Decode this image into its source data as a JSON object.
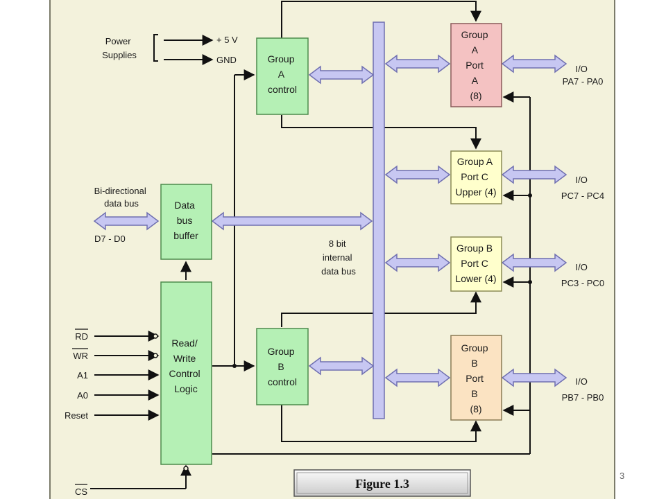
{
  "diagram": {
    "power": {
      "label": [
        "Power",
        "Supplies"
      ],
      "vcc": "+ 5 V",
      "gnd": "GND"
    },
    "group_a_control": [
      "Group",
      "A",
      "control"
    ],
    "group_b_control": [
      "Group",
      "B",
      "control"
    ],
    "port_a": [
      "Group",
      "A",
      "Port",
      "A",
      "(8)"
    ],
    "port_c_upper": [
      "Group A",
      "Port C",
      "Upper (4)"
    ],
    "port_c_lower": [
      "Group B",
      "Port C",
      "Lower (4)"
    ],
    "port_b": [
      "Group",
      "B",
      "Port",
      "B",
      "(8)"
    ],
    "data_bus_buffer": [
      "Data",
      "bus",
      "buffer"
    ],
    "rw_logic": [
      "Read/",
      "Write",
      "Control",
      "Logic"
    ],
    "bidir_label": [
      "Bi-directional",
      "data bus"
    ],
    "data_lines": "D7 - D0",
    "internal_bus": [
      "8 bit",
      "internal",
      "data bus"
    ],
    "io_pa": [
      "I/O",
      "PA7 - PA0"
    ],
    "io_pcu": [
      "I/O",
      "PC7 - PC4"
    ],
    "io_pcl": [
      "I/O",
      "PC3 - PC0"
    ],
    "io_pb": [
      "I/O",
      "PB7 - PB0"
    ],
    "inputs": [
      "RD",
      "WR",
      "A1",
      "A0",
      "Reset"
    ],
    "cs": "CS",
    "caption": "Figure 1.3",
    "page_number": "3"
  },
  "colors": {
    "background": "#f3f2dc",
    "control_block": "#b5f0b5",
    "port_a": "#f4c2c2",
    "port_c": "#ffffcc",
    "port_b": "#fbe3c2",
    "bus": "#c7c7f2",
    "line": "#111111"
  }
}
